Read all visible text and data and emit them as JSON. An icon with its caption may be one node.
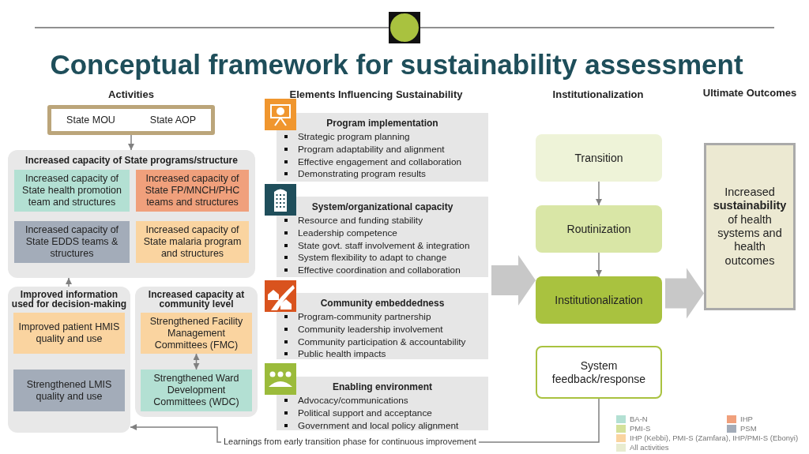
{
  "diagram": {
    "title": "Conceptual framework for sustainability assessment",
    "nodes": [
      {
        "text": [],
        "shape": "box"
      },
      {
        "text": [
          "State MOU"
        ],
        "in": 0
      },
      {
        "text": [
          "State AOP"
        ],
        "in": 0
      },
      {
        "text": [
          "Increased capacity of State programs/structure"
        ]
      },
      {
        "text": [
          "Increased capacity of State health promotion team and structures"
        ],
        "in": 3
      },
      {
        "text": [
          "Increased capacity of State FP/MNCH/PHC teams and structures"
        ],
        "in": 3
      },
      {
        "text": [
          "Increased capacity of State EDDS teams & structures"
        ],
        "in": 3
      },
      {
        "text": [
          "Increased capacity of State malaria program and structures"
        ],
        "in": 3
      },
      {
        "text": [
          "Improved information used for decision-making"
        ]
      },
      {
        "text": [
          "Improved patient HMIS quality and use"
        ],
        "in": 8
      },
      {
        "text": [
          "Strengthened LMIS quality and use"
        ],
        "in": 8
      },
      {
        "text": [
          "Increased capacity at community level"
        ]
      },
      {
        "text": [
          "Strengthened Facility Management Committees (FMC)"
        ],
        "in": 11
      },
      {
        "text": [
          "Strengthened Ward Development Committees (WDC)"
        ],
        "in": 11
      },
      {
        "text": [
          "Program implementation",
          "Strategic program planning",
          "Program adaptability and alignment",
          "Effective engagement and collaboration",
          "Demonstrating program results"
        ]
      },
      {
        "text": [
          "System/organizational capacity",
          "Resource and funding stability",
          "Leadership competence",
          "State govt. staff involvement & integration",
          "System flexibility to adapt to change",
          "Effective coordination and collaboration"
        ]
      },
      {
        "text": [
          "Community embeddedness",
          "Program-community partnership",
          "Community leadership involvement",
          "Community participation & accountability",
          "Public health impacts"
        ]
      },
      {
        "text": [
          "Enabling environment",
          "Advocacy/communications",
          "Political support and acceptance",
          "Government and local policy alignment"
        ]
      },
      {
        "text": [
          "Transition"
        ]
      },
      {
        "text": [
          "Routinization"
        ]
      },
      {
        "text": [
          "Institutionalization"
        ]
      },
      {
        "text": [
          "System feedback/response"
        ]
      },
      {
        "text": [
          "Increased **sustainability** of health systems and health outcomes"
        ]
      }
    ],
    "edges": [
      {
        "from": 0,
        "to": 3,
        "arrow": "to"
      },
      {
        "from": 8,
        "to": 3,
        "arrow": "to"
      },
      {
        "from": 12,
        "to": 13,
        "arrow": "both"
      },
      {
        "from": 18,
        "to": 19,
        "arrow": "to"
      },
      {
        "from": 19,
        "to": 20,
        "arrow": "to"
      },
      {
        "from": 15,
        "to": 20,
        "arrow": "to",
        "style": "thick",
        "color": "#c8c8c8"
      },
      {
        "from": 20,
        "to": 22,
        "arrow": "to",
        "style": "thick",
        "color": "#c8c8c8"
      },
      {
        "from": 21,
        "to": 8,
        "arrow": "to",
        "label": "Learnings from early transition phase for continuous improvement"
      }
    ],
    "labels": [
      "Activities",
      "Elements Influencing Sustainability",
      "Institutionalization",
      "Ultimate Outcomes"
    ],
    "legend": [
      {
        "text": "BA-N",
        "color": "#b3e0d3"
      },
      {
        "text": "IHP",
        "color": "#f0a07c"
      },
      {
        "text": "PMI-S",
        "color": "#d4e19a"
      },
      {
        "text": "PSM",
        "color": "#a3acb9"
      },
      {
        "text": "IHP (Kebbi), PMI-S (Zamfara), IHP/PMI-S (Ebonyi)",
        "color": "#fad4a0"
      },
      {
        "text": "All activities",
        "color": "#e8ecd0"
      }
    ]
  }
}
